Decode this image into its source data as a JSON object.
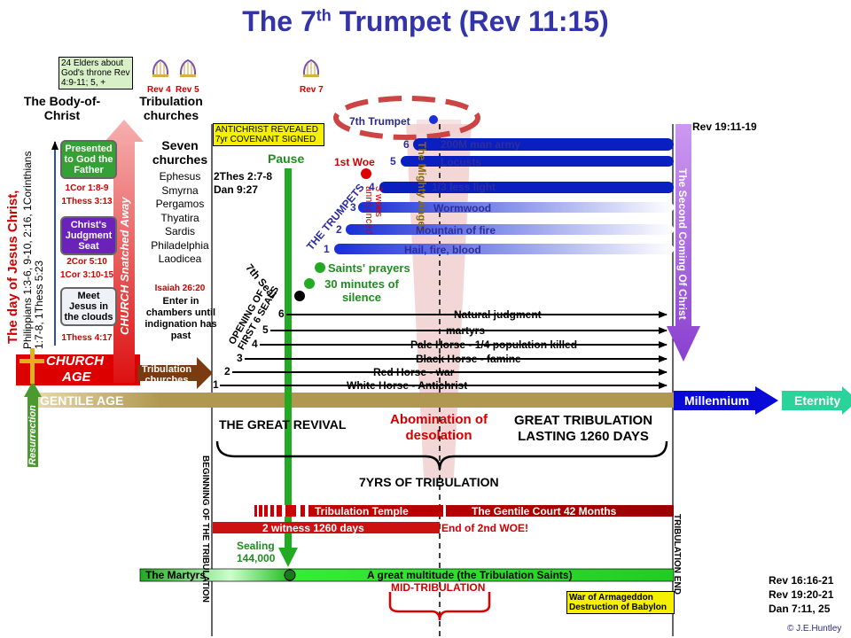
{
  "title": {
    "main": "The 7",
    "sup": "th",
    "rest": " Trumpet (Rev 11:15)"
  },
  "elders_box": "24 Elders about God's throne Rev 4:9-11; 5, +",
  "harp_refs": {
    "rev4": "Rev 4",
    "rev5": "Rev 5",
    "rev7": "Rev 7"
  },
  "headings": {
    "body_of_christ": "The Body-of-Christ",
    "trib_churches": "Tribulation churches",
    "seven_churches": "Seven churches"
  },
  "churches": [
    "Ephesus",
    "Smyrna",
    "Pergamos",
    "Thyatira",
    "Sardis",
    "Philadelphia",
    "Laodicea"
  ],
  "day_of_christ": "The day of Jesus Christ,",
  "day_refs": "Philippians 1:3-6, 9-10, 2:16, 1Corinthians 1:7-8, 1Thess 5:23",
  "church_steps": [
    {
      "label": "Presented to God the Father",
      "ref": "1Cor 1:8-9",
      "ref2": "1Thess 3:13"
    },
    {
      "label": "Christ's Judgment Seat",
      "ref": "2Cor 5:10",
      "ref2": "1Cor 3:10-15"
    },
    {
      "label": "Meet Jesus in the clouds",
      "ref": "1Thess 4:17",
      "ref2": ""
    }
  ],
  "snatched": "CHURCH Snatched Away",
  "isaiah": {
    "ref": "Isaiah 26:20",
    "text": "Enter in chambers until indignation has past"
  },
  "church_age": {
    "a": "CHURCH",
    "b": "AGE"
  },
  "trib_churches_arrow": "Tribulation churches",
  "resurrection": "Resurrection",
  "gentile_age": "GENTILE AGE",
  "millennium": "Millennium",
  "eternity": "Eternity",
  "antichrist_box": "ANTICHRIST REVEALED 7yr COVENANT SIGNED",
  "thes_ref": "2Thes 2:7-8",
  "dan_ref": "Dan 9:27",
  "pause": "Pause",
  "seventh_seal": "7th Seal",
  "opening_seals": "OPENING OF FIRST 6 SEALS",
  "saints_prayers": "Saints' prayers",
  "silence": "30 minutes of silence",
  "seventh_trumpet": "7th Trumpet",
  "first_woe": "1st Woe",
  "the_trumpets": "THE TRUMPETS",
  "woes_announced": "3 woes announced",
  "mighty_angel": "The Mighty Angel",
  "rev19_11": "Rev 19:11-19",
  "second_coming": "The Second Coming Of Christ",
  "trumpets": [
    {
      "n": "6",
      "label": "200M man army"
    },
    {
      "n": "5",
      "label": "Locusts"
    },
    {
      "n": "4",
      "label": "1/3 less light"
    },
    {
      "n": "3",
      "label": "Wormwood"
    },
    {
      "n": "2",
      "label": "Mountain of fire"
    },
    {
      "n": "1",
      "label": "Hail, fire, blood"
    }
  ],
  "seals": [
    {
      "n": "6",
      "label": "Natural judgment"
    },
    {
      "n": "5",
      "label": "martyrs"
    },
    {
      "n": "4",
      "label": "Pale Horse - 1/4 population killed"
    },
    {
      "n": "3",
      "label": "Black Horse - famine"
    },
    {
      "n": "2",
      "label": "Red Horse - war"
    },
    {
      "n": "1",
      "label": "White Horse - Antichrist"
    }
  ],
  "great_revival": "THE GREAT REVIVAL",
  "abomination": "Abomination of desolation",
  "great_trib": "GREAT TRIBULATION LASTING 1260 DAYS",
  "seven_yrs": "7YRS OF TRIBULATION",
  "beginning": "BEGINNING OF THE TRIBULATION",
  "trib_end": "TRIBULATION END",
  "temple": "Tribulation Temple",
  "gentile_court": "The Gentile Court 42 Months",
  "two_witness": "2 witness 1260 days",
  "end_woe": "End of 2nd WOE!",
  "sealing": "Sealing 144,000",
  "martyrs_bar": "The Martyrs",
  "multitude": "A great multitude (the Tribulation Saints)",
  "mid_trib": "MID-TRIBULATION",
  "armageddon": "War of Armageddon Destruction of Babylon",
  "rev_refs": [
    "Rev 16:16-21",
    "Rev 19:20-21",
    "Dan 7:11, 25"
  ],
  "copyright": "© J.E.Huntley",
  "colors": {
    "title": "#3333aa",
    "red": "#cc0000",
    "blue": "#0a1fbf",
    "green": "#22a022",
    "gold": "#b89a4a",
    "purple": "#9a55d6"
  }
}
